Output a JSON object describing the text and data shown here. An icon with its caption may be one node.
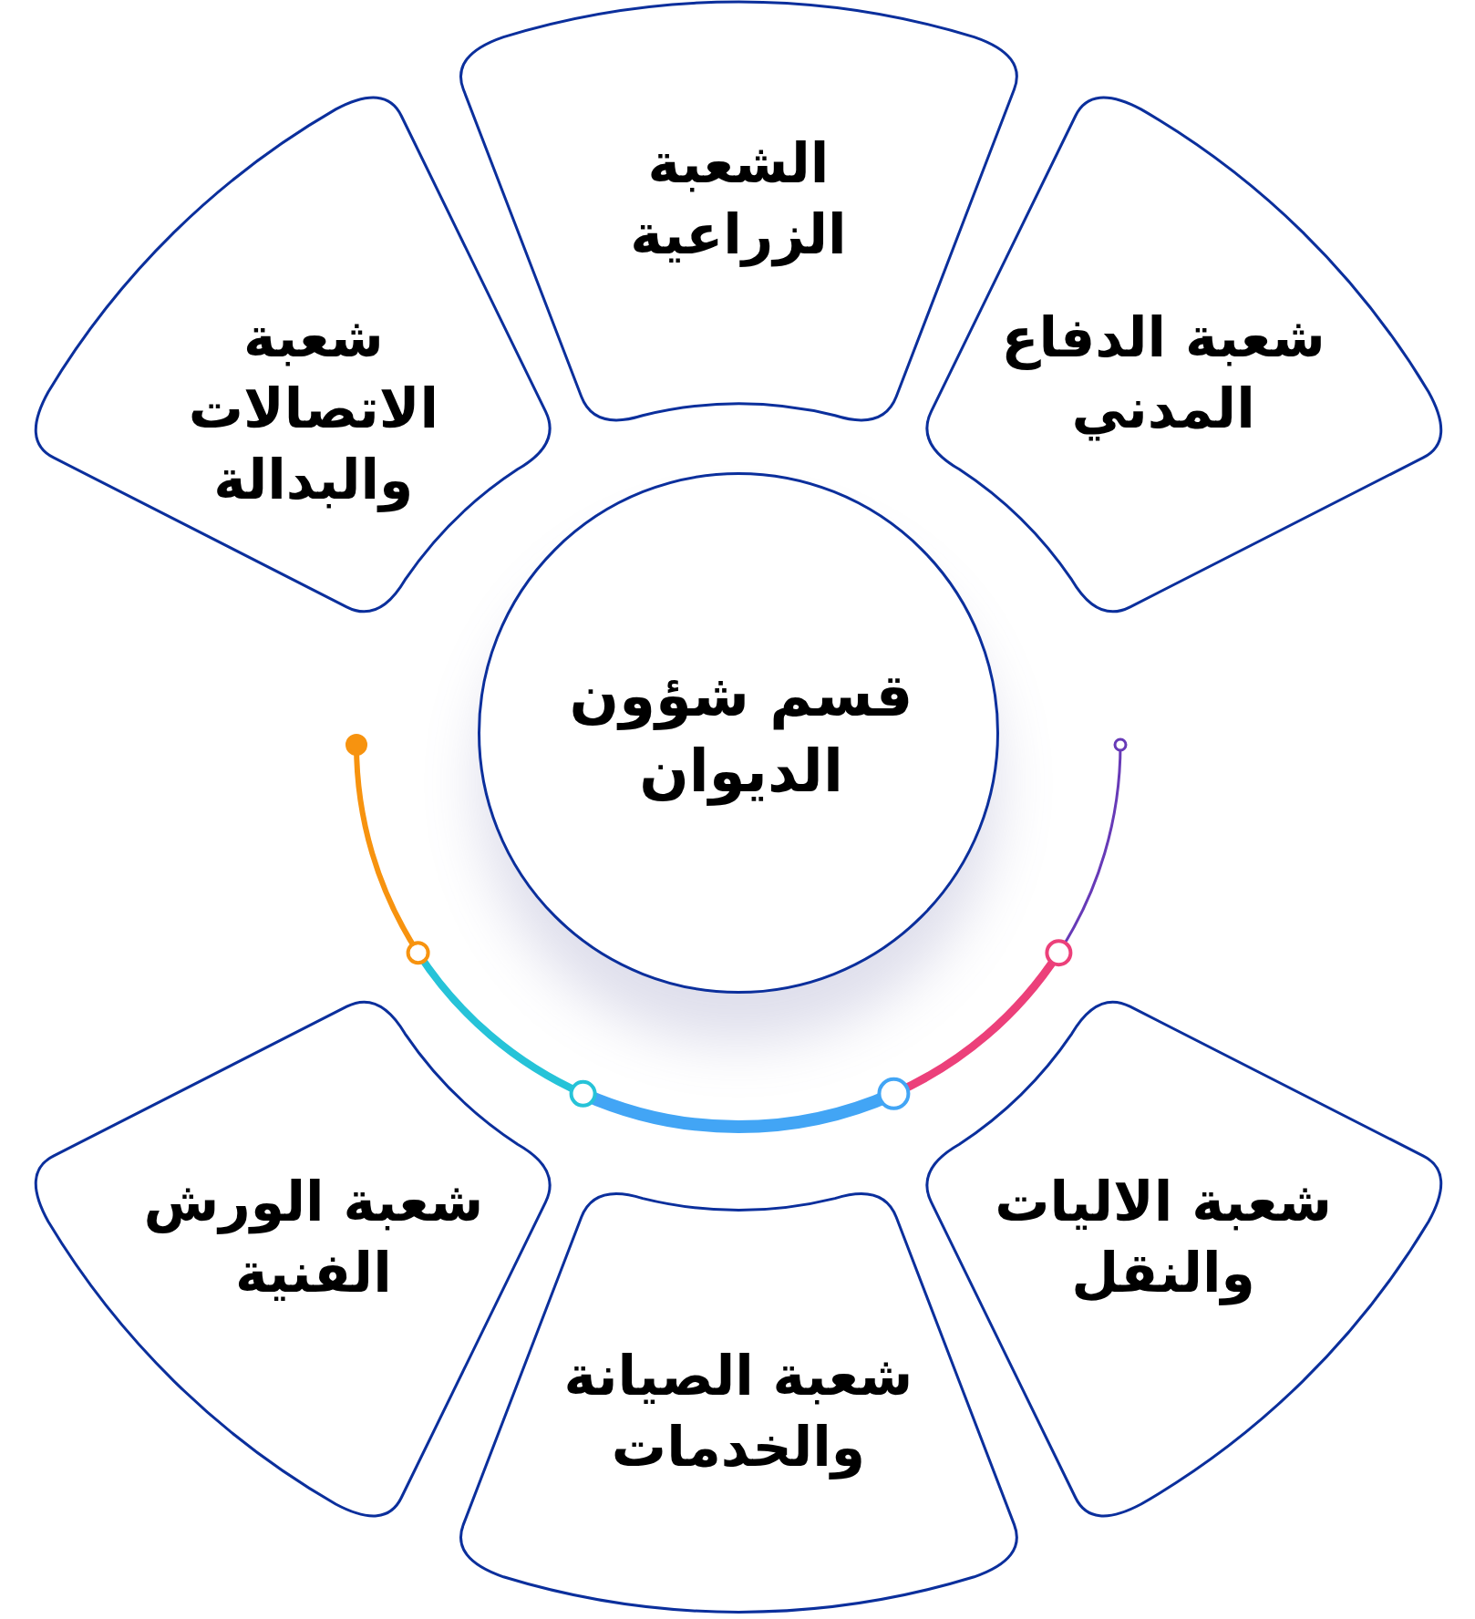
{
  "diagram": {
    "nodes": [
      {
        "text": [
          "قسم شؤون الديوان"
        ]
      },
      {
        "text": [
          "الشعبة الزراعية"
        ]
      },
      {
        "text": [
          "شعبة الدفاع المدني"
        ]
      },
      {
        "text": [
          "شعبة الاليات والنقل"
        ]
      },
      {
        "text": [
          "شعبة الصيانة والخدمات"
        ]
      },
      {
        "text": [
          "شعبة الورش الفنية"
        ]
      },
      {
        "text": [
          "شعبة الاتصالات والبدالة"
        ]
      }
    ]
  }
}
